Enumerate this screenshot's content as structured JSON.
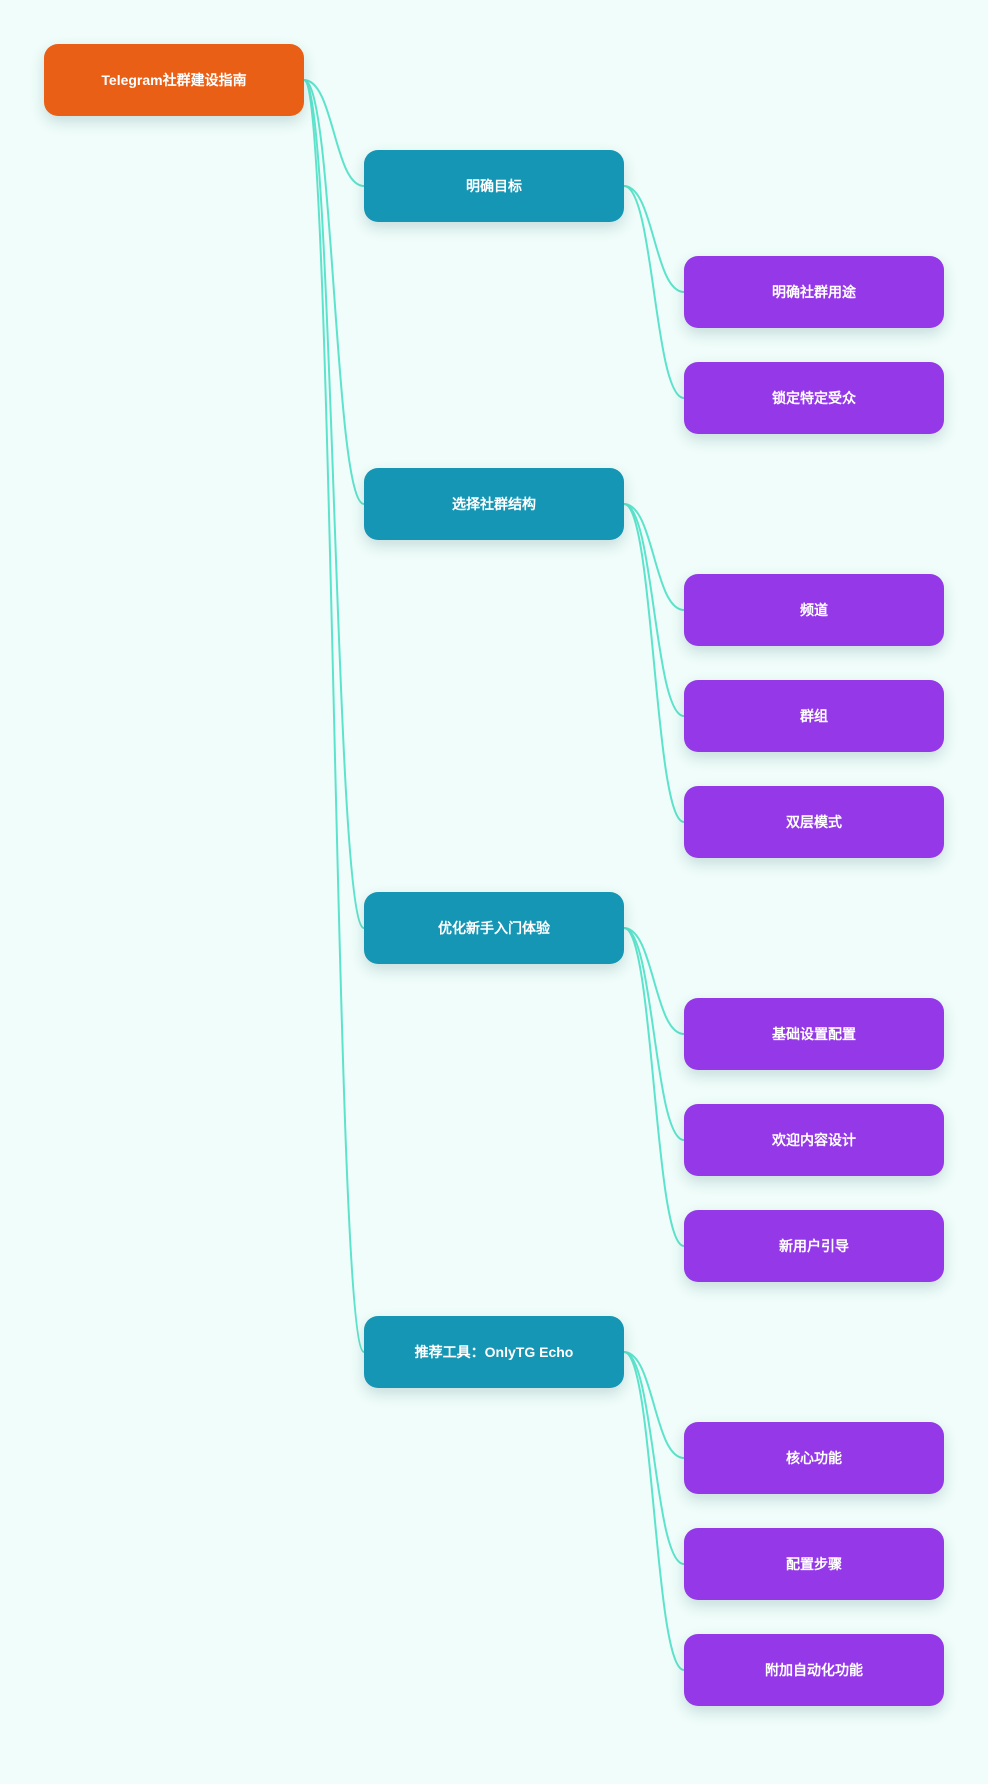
{
  "colors": {
    "background": "#f0fdfa",
    "root": "#ea5f16",
    "branch": "#1596b4",
    "leaf": "#9539e8",
    "connector": "#5de3cc"
  },
  "root": {
    "label": "Telegram社群建设指南",
    "children": [
      {
        "label": "明确目标",
        "children": [
          {
            "label": "明确社群用途"
          },
          {
            "label": "锁定特定受众"
          }
        ]
      },
      {
        "label": "选择社群结构",
        "children": [
          {
            "label": "频道"
          },
          {
            "label": "群组"
          },
          {
            "label": "双层模式"
          }
        ]
      },
      {
        "label": "优化新手入门体验",
        "children": [
          {
            "label": "基础设置配置"
          },
          {
            "label": "欢迎内容设计"
          },
          {
            "label": "新用户引导"
          }
        ]
      },
      {
        "label": "推荐工具：OnlyTG Echo",
        "children": [
          {
            "label": "核心功能"
          },
          {
            "label": "配置步骤"
          },
          {
            "label": "附加自动化功能"
          }
        ]
      }
    ]
  }
}
